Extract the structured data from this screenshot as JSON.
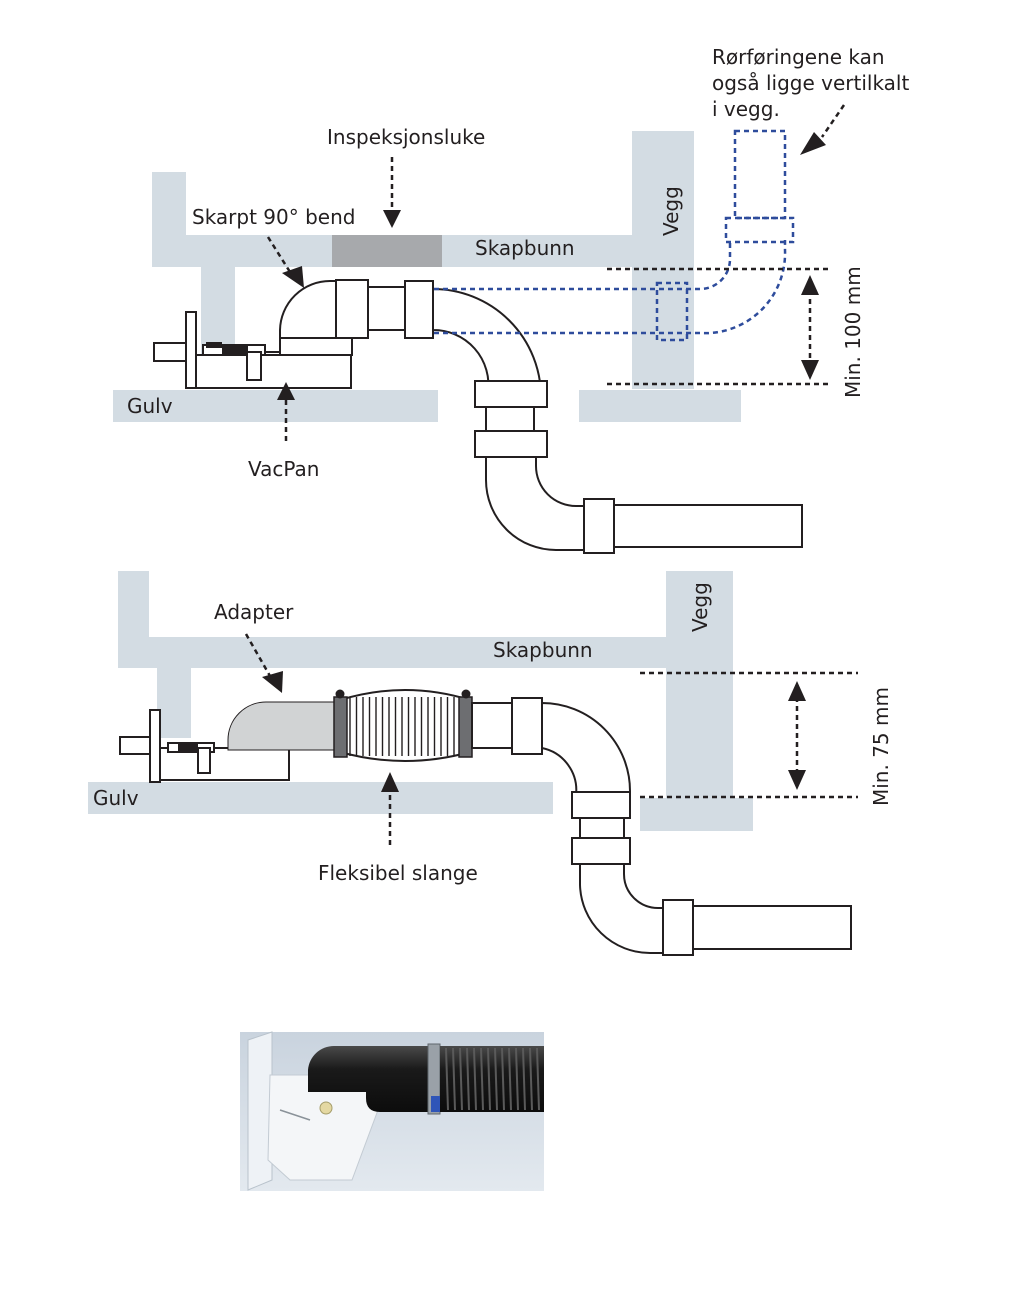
{
  "top_diagram": {
    "note_line1": "Rørføringene kan",
    "note_line2": "også ligge vertilkalt",
    "note_line3": "i vegg.",
    "inspection_label": "Inspeksjonsluke",
    "bend_label": "Skarpt 90° bend",
    "cabinet_base_label": "Skapbunn",
    "wall_label": "Vegg",
    "floor_label": "Gulv",
    "vacpan_label": "VacPan",
    "min_height_label": "Min. 100 mm"
  },
  "bottom_diagram": {
    "adapter_label": "Adapter",
    "cabinet_base_label": "Skapbunn",
    "wall_label": "Vegg",
    "floor_label": "Gulv",
    "hose_label": "Fleksibel slange",
    "min_height_label": "Min. 75 mm"
  },
  "colors": {
    "structure": "#d3dce3",
    "inspection_hatch": "#a7a9ac",
    "blue_dash": "#2e4c9c",
    "adapter": "#d1d3d4"
  }
}
